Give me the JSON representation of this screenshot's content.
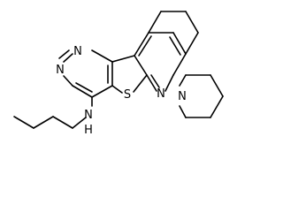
{
  "diagram": {
    "type": "chemical-structure",
    "atoms": {
      "n_top": "N",
      "n_left": "N",
      "s_ring": "S",
      "n_pyridine": "N",
      "n_piperidine": "N",
      "n_amine": "N",
      "h_amine": "H"
    }
  }
}
